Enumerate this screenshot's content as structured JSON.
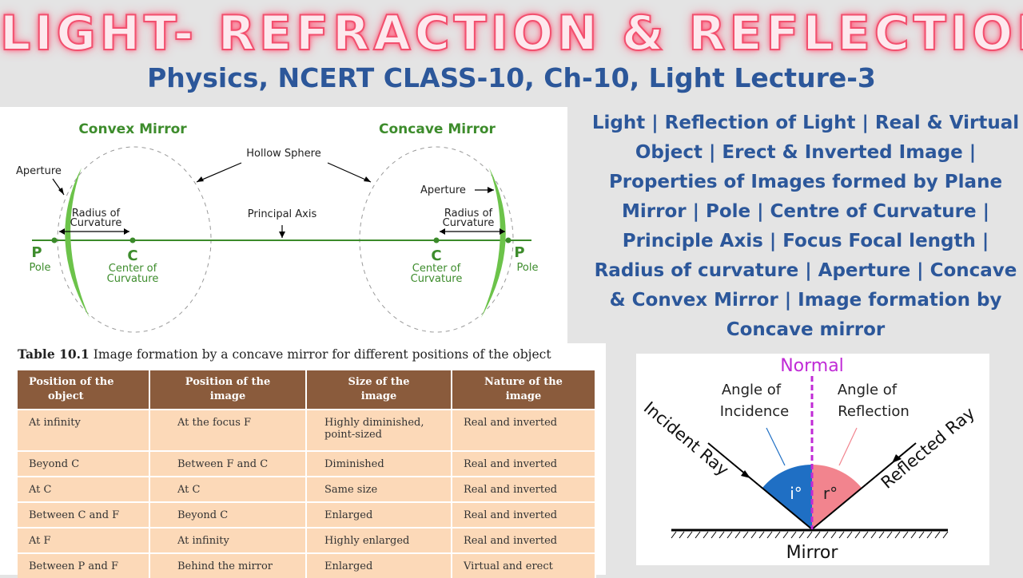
{
  "header": {
    "title": "LIGHT- REFRACTION & REFLECTION",
    "subtitle": "Physics, NCERT CLASS-10, Ch-10, Light Lecture-3"
  },
  "diagram": {
    "convex_title": "Convex Mirror",
    "concave_title": "Concave Mirror",
    "hollow_sphere": "Hollow Sphere",
    "aperture": "Aperture",
    "aperture_right": "Aperture",
    "radius_line1": "Radius of",
    "radius_line2": "Curvature",
    "principal_axis": "Principal Axis",
    "p": "P",
    "pole": "Pole",
    "c": "C",
    "center_line1": "Center of",
    "center_line2": "Curvature",
    "colors": {
      "mirror": "#6cc34a",
      "axis": "#3b8a2a",
      "heading": "#3d8c2c"
    }
  },
  "topics": {
    "text": "Light | Reflection of Light | Real & Virtual Object | Erect & Inverted Image | Properties of Images formed by Plane Mirror | Pole | Centre of Curvature | Principle Axis | Focus Focal length | Radius of curvature | Aperture | Concave & Convex Mirror | Image formation by Concave mirror"
  },
  "table": {
    "caption_bold": "Table 10.1",
    "caption_rest": " Image formation by a concave mirror for different positions of the object",
    "headers": [
      [
        "Position of the",
        "object"
      ],
      [
        "Position of the",
        "image"
      ],
      [
        "Size of the",
        "image"
      ],
      [
        "Nature of the",
        "image"
      ]
    ],
    "rows": [
      [
        "At infinity",
        "At the focus F",
        "Highly diminished, point-sized",
        "Real and inverted"
      ],
      [
        "Beyond C",
        "Between F and C",
        "Diminished",
        "Real and inverted"
      ],
      [
        "At C",
        "At C",
        "Same size",
        "Real and inverted"
      ],
      [
        "Between C and F",
        "Beyond C",
        "Enlarged",
        "Real and inverted"
      ],
      [
        "At F",
        "At infinity",
        "Highly enlarged",
        "Real and inverted"
      ],
      [
        "Between P and F",
        "Behind the mirror",
        "Enlarged",
        "Virtual and erect"
      ]
    ]
  },
  "reflection": {
    "normal": "Normal",
    "angle_incidence_1": "Angle of",
    "angle_incidence_2": "Incidence",
    "angle_reflection_1": "Angle of",
    "angle_reflection_2": "Reflection",
    "incident_ray": "Incident Ray",
    "reflected_ray": "Reflected Ray",
    "i": "i°",
    "r": "r°",
    "mirror": "Mirror",
    "colors": {
      "normal": "#c02ad6",
      "incidence": "#1f6fc4",
      "reflection": "#f2848e"
    }
  }
}
